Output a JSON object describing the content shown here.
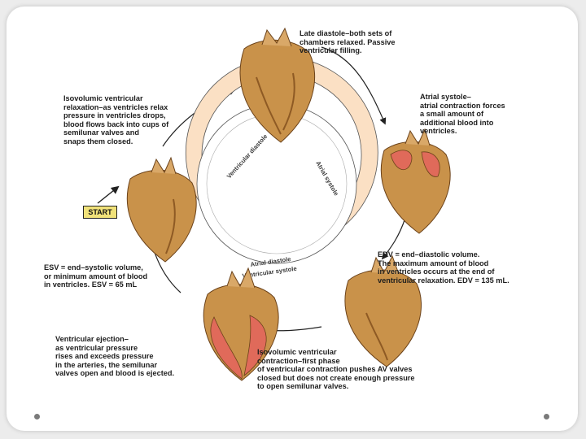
{
  "captions": {
    "late_diastole": "Late diastole–both sets of\nchambers relaxed. Passive\nventricular filling.",
    "atrial_systole": "Atrial systole–\natrial contraction forces\na small amount of\nadditional blood into\nventricles.",
    "edv": "EDV = end–diastolic volume.\nThe maximum amount of blood\nin ventricles occurs at the end of\nventricular relaxation. EDV = 135 mL.",
    "isovolumic_contraction": "Isovolumic ventricular\ncontraction–first phase\nof ventricular contraction pushes AV valves\nclosed but does not create enough pressure\nto open semilunar valves.",
    "ventricular_ejection": "Ventricular ejection–\nas ventricular pressure\nrises and exceeds pressure\nin the arteries, the semilunar\nvalves open and blood is ejected.",
    "esv": "ESV = end–systolic volume,\nor minimum amount of blood\nin ventricles. ESV = 65 mL",
    "isovolumic_relaxation": "Isovolumic ventricular\nrelaxation–as ventricles relax\npressure in ventricles drops,\nblood flows back into cups of\nsemilunar valves and\nsnaps them closed."
  },
  "start_label": "START",
  "ring_labels": {
    "ventricular_diastole_top": "Ventricular diastole",
    "atrial_systole": "Atrial systole",
    "atrial_diastole": "Atrial diastole",
    "ventricular_systole": "Ventricular systole"
  },
  "colors": {
    "heart_tissue": "#c9924a",
    "heart_shade": "#8e5a24",
    "contracting": "#e06a5a",
    "ring_ventricular_diastole": "#fbe0c4",
    "ring_atrial_systole": "#f08a74",
    "ring_ventricular_systole": "#dcdcf0",
    "start_box": "#f1e27a"
  },
  "icons": [
    "heart-illustration",
    "cycle-arrow"
  ]
}
